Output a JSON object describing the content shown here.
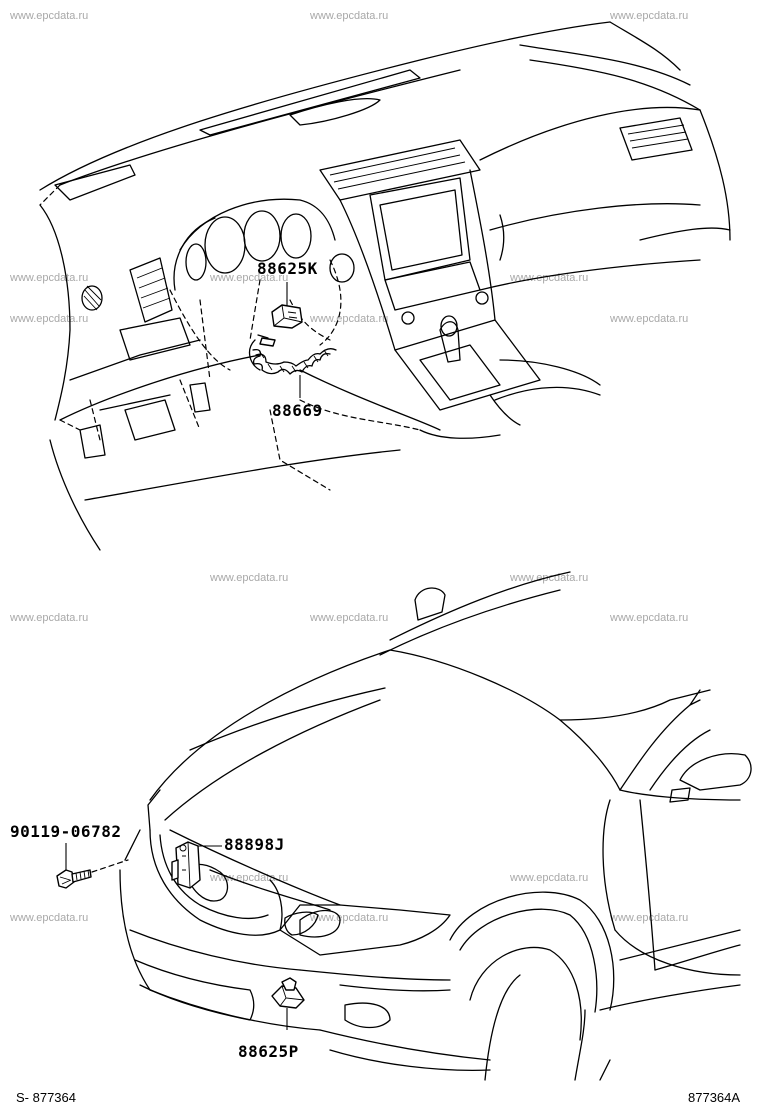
{
  "watermark": "www.epcdata.ru",
  "parts": {
    "p88625K": "88625K",
    "p88669": "88669",
    "p90119": "90119-06782",
    "p88898J": "88898J",
    "p88625P": "88625P"
  },
  "footer": {
    "left_code": "S- 877364",
    "right_code": "877364A"
  }
}
